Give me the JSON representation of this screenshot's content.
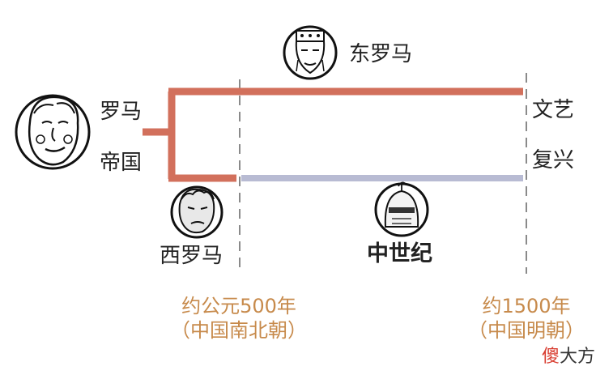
{
  "labels": {
    "rome_top": "罗马",
    "rome_bottom": "帝国",
    "east_rome": "东罗马",
    "west_rome": "西罗马",
    "middle_ages": "中世纪",
    "renaissance_top": "文艺",
    "renaissance_bottom": "复兴"
  },
  "dates": {
    "left_line1": "约公元500年",
    "left_line2": "（中国南北朝）",
    "right_line1": "约1500年",
    "right_line2": "（中国明朝）"
  },
  "watermark": {
    "part1": "傻",
    "part2": "大方"
  },
  "colors": {
    "roman_line": "#d2705c",
    "medieval_line": "#b8bbd3",
    "date_text": "#c78a4b"
  },
  "icons": [
    "roman-emperor-face-icon",
    "east-roman-face-icon",
    "west-roman-face-icon",
    "medieval-knight-icon"
  ]
}
